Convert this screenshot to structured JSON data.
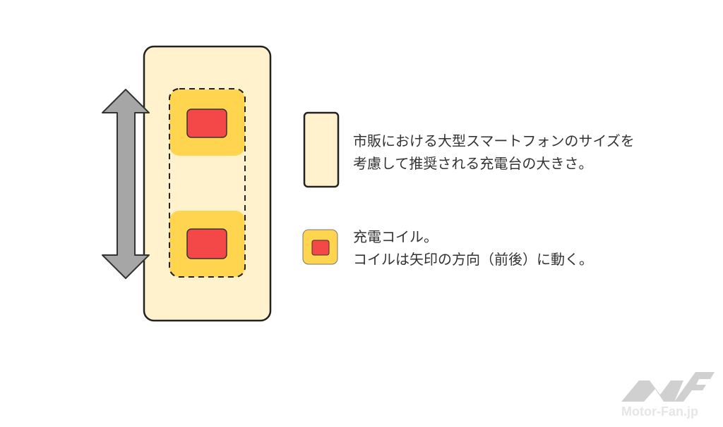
{
  "legend": {
    "pad": {
      "line1": "市販における大型スマートフォンのサイズを",
      "line2": "考慮して推奨される充電台の大きさ。"
    },
    "coil": {
      "line1": "充電コイル。",
      "line2": "コイルは矢印の方向（前後）に動く。"
    }
  },
  "watermark": {
    "text": "Motor-Fan.jp"
  },
  "colors": {
    "pad": "#FFF2CC",
    "coil_outer": "#FFD54F",
    "coil_inner": "#F44848",
    "arrow": "#A6A6A6",
    "outline": "#222222"
  }
}
